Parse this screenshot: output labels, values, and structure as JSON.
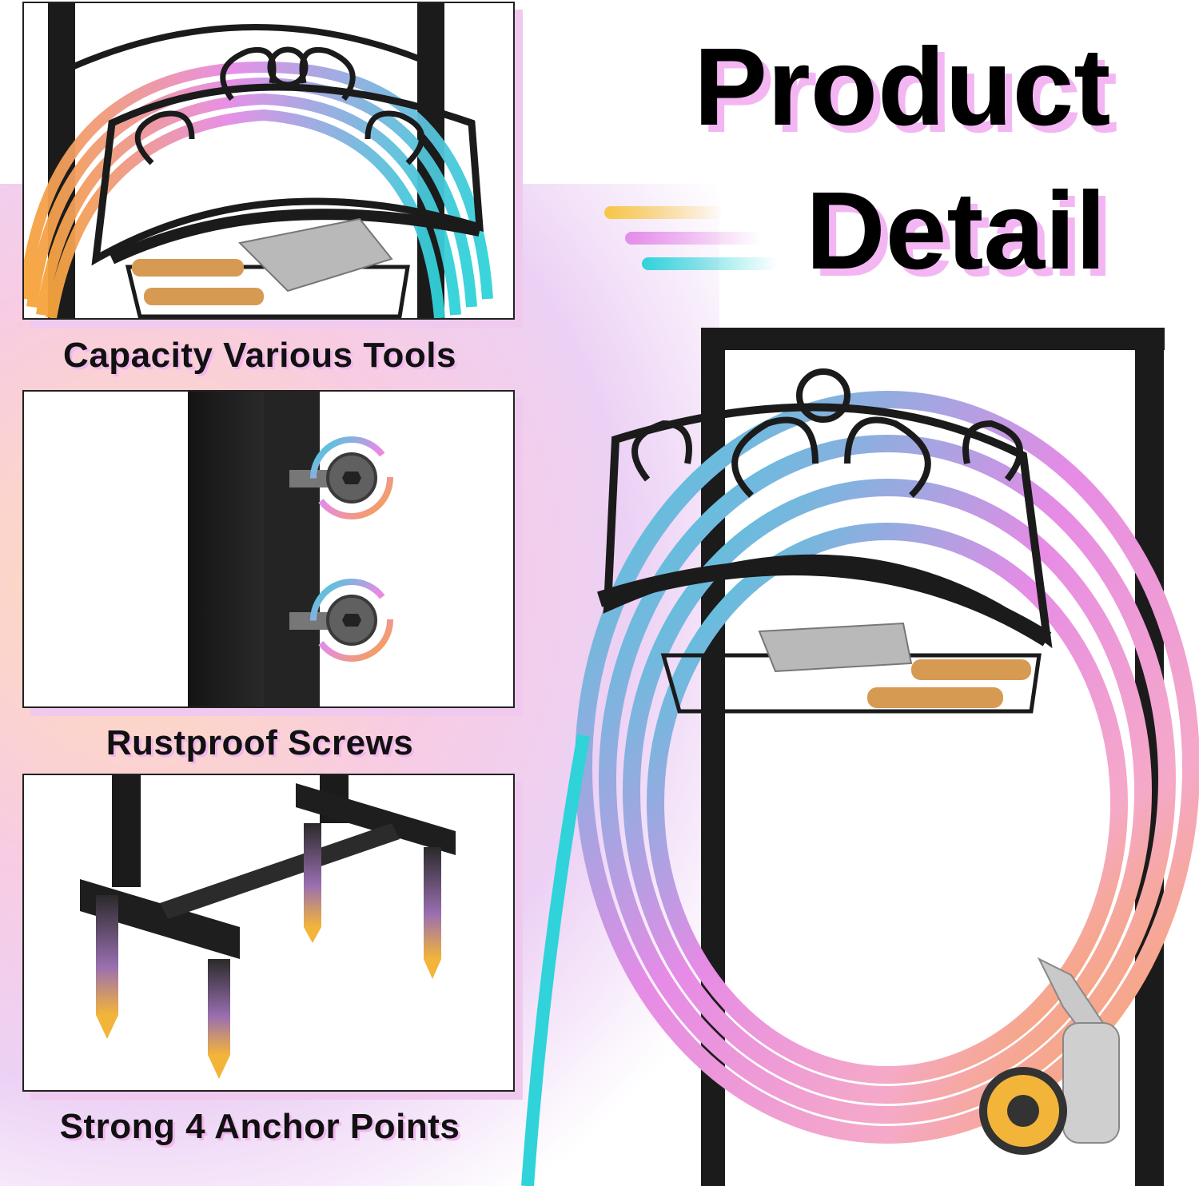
{
  "header": {
    "line1": "Product",
    "line2": "Detail"
  },
  "panels": [
    {
      "caption": "Capacity Various Tools"
    },
    {
      "caption": "Rustproof Screws"
    },
    {
      "caption": "Strong 4 Anchor Points"
    }
  ],
  "colors": {
    "accent_pink": "#f3b6f3",
    "hose_cyan": "#2fd3d9",
    "hose_pink": "#e68be6",
    "hose_orange": "#f7a43a",
    "frame": "#1b1b1b"
  }
}
